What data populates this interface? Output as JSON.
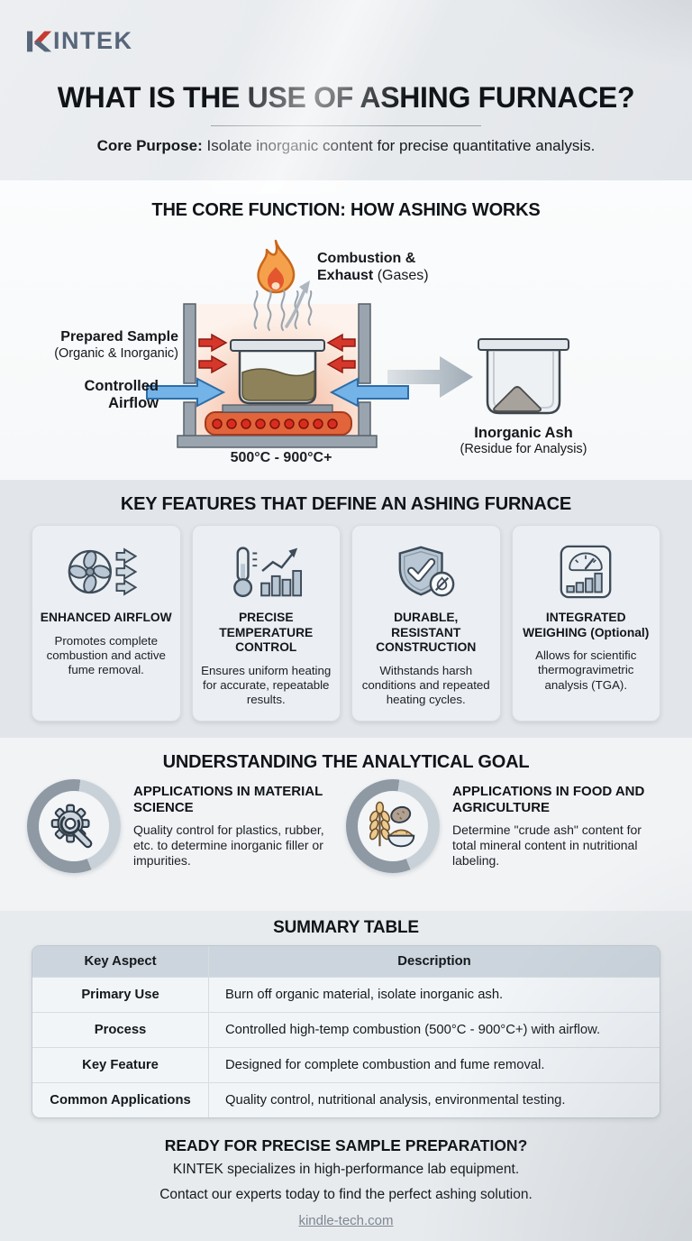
{
  "logo": {
    "name": "KINTEK",
    "prefix": "K",
    "rest": "INTEK"
  },
  "colors": {
    "logo_slate": "#57667a",
    "logo_red": "#c63b30",
    "flame_orange": "#f5a14b",
    "heat_arrow_red": "#d6372b",
    "airflow_blue": "#74b3e8",
    "card_bg": "#ebeff3",
    "table_header_bg": "#ccd5dd"
  },
  "icons": [
    "flame-icon",
    "smoke-icon",
    "furnace-icon",
    "crucible-icon",
    "ash-crucible-icon",
    "heat-arrow-icon",
    "airflow-arrow-icon",
    "process-arrow-icon",
    "fan-airflow-icon",
    "thermometer-chart-icon",
    "shield-check-icon",
    "weighing-scale-icon",
    "gear-wrench-icon",
    "wheat-food-icon"
  ],
  "header": {
    "title": "WHAT IS THE USE OF ASHING FURNACE?",
    "core_purpose_label": "Core Purpose:",
    "core_purpose_text": " Isolate inorganic content for precise quantitative analysis."
  },
  "core": {
    "title": "THE CORE FUNCTION: HOW ASHING WORKS",
    "combustion_line1": "Combustion &",
    "combustion_line2_bold": "Exhaust",
    "combustion_line2_reg": " (Gases)",
    "prepared_bold": "Prepared Sample",
    "prepared_sub": "(Organic & Inorganic)",
    "airflow_line1": "Controlled",
    "airflow_line2": "Airflow",
    "temperature": "500°C - 900°C+",
    "ash_bold": "Inorganic Ash",
    "ash_sub": "(Residue for Analysis)"
  },
  "features": {
    "title": "KEY FEATURES THAT DEFINE AN ASHING FURNACE",
    "cards": [
      {
        "icon": "fan-airflow-icon",
        "title": "ENHANCED AIRFLOW",
        "body": "Promotes complete combustion and active fume removal."
      },
      {
        "icon": "thermometer-chart-icon",
        "title": "PRECISE TEMPERATURE CONTROL",
        "body": "Ensures uniform heating for accurate, repeatable results."
      },
      {
        "icon": "shield-check-icon",
        "title": "DURABLE, RESISTANT CONSTRUCTION",
        "body": "Withstands harsh conditions and repeated heating cycles."
      },
      {
        "icon": "weighing-scale-icon",
        "title": "INTEGRATED WEIGHING (Optional)",
        "body": "Allows for scientific thermogravimetric analysis (TGA)."
      }
    ]
  },
  "goal": {
    "title": "UNDERSTANDING THE ANALYTICAL GOAL",
    "items": [
      {
        "icon": "gear-wrench-icon",
        "title": "APPLICATIONS IN MATERIAL SCIENCE",
        "body": "Quality control for plastics, rubber, etc. to determine inorganic filler or impurities."
      },
      {
        "icon": "wheat-food-icon",
        "title": "APPLICATIONS IN FOOD AND AGRICULTURE",
        "body": "Determine \"crude ash\" content for total mineral content in nutritional labeling."
      }
    ]
  },
  "summary": {
    "title": "SUMMARY TABLE",
    "columns": [
      "Key Aspect",
      "Description"
    ],
    "rows": [
      [
        "Primary Use",
        "Burn off organic material, isolate inorganic ash."
      ],
      [
        "Process",
        "Controlled high-temp combustion (500°C - 900°C+) with airflow."
      ],
      [
        "Key Feature",
        "Designed for complete combustion and fume removal."
      ],
      [
        "Common Applications",
        "Quality control, nutritional analysis, environmental testing."
      ]
    ]
  },
  "footer": {
    "headline": "READY FOR PRECISE SAMPLE PREPARATION?",
    "line1": "KINTEK specializes in high-performance lab equipment.",
    "line2": "Contact our experts today to find the perfect ashing solution.",
    "link": "kindle-tech.com"
  }
}
